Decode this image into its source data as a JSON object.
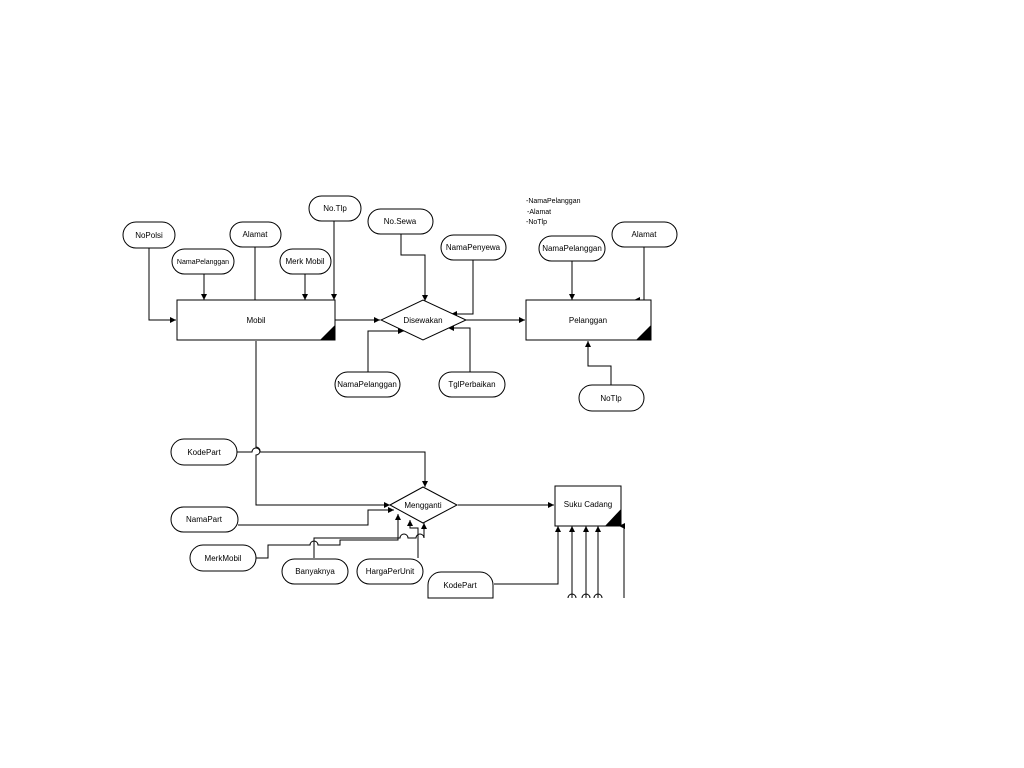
{
  "entities": {
    "mobil": "Mobil",
    "pelanggan": "Pelanggan",
    "suku_cadang": "Suku Cadang"
  },
  "relationships": {
    "disewakan": "Disewakan",
    "mengganti": "Mengganti"
  },
  "attributes": {
    "nopolisi": "NoPolsi",
    "namapelanggan_mobil": "NamaPelanggan",
    "alamat_mobil": "Alamat",
    "merk_mobil": "Merk Mobil",
    "no_tlp_mobil": "No.Tlp",
    "no_sewa": "No.Sewa",
    "nama_penyewa": "NamaPenyewa",
    "namapelanggan_sewa": "NamaPelanggan",
    "tgl_perbaikan": "TglPerbaikan",
    "namapelanggan_pel": "NamaPelanggan",
    "alamat_pel": "Alamat",
    "notlp_pel": "NoTlp",
    "kodepart_1": "KodePart",
    "namapart": "NamaPart",
    "merkmobil": "MerkMobil",
    "banyaknya": "Banyaknya",
    "hargaperunit": "HargaPerUnit",
    "kodepart_2": "KodePart"
  },
  "note": {
    "lines": [
      "-NamaPelanggan",
      "-Alamat",
      "-NoTlp"
    ]
  }
}
